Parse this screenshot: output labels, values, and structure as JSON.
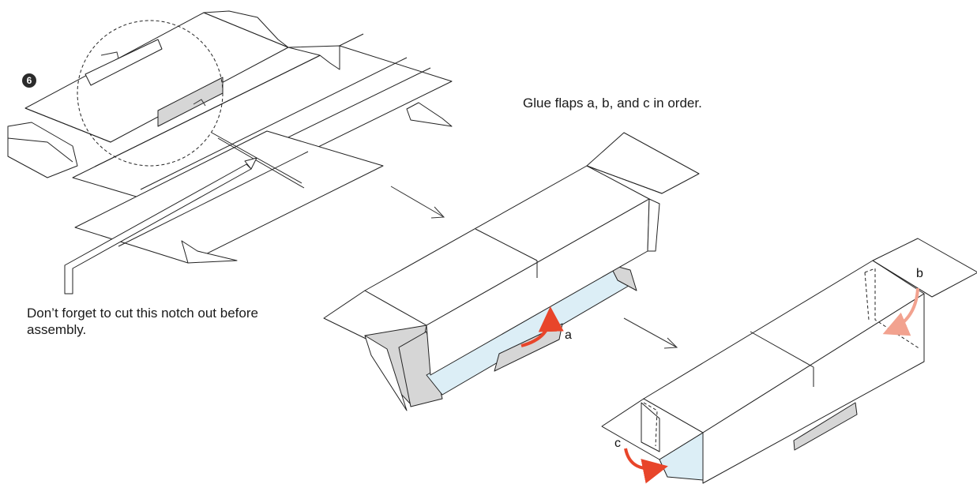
{
  "step_number": "6",
  "instruction": "Glue flaps a, b, and c in order.",
  "notch_note": "Don’t forget to cut this notch out before assembly.",
  "flap_labels": {
    "a": "a",
    "b": "b",
    "c": "c"
  },
  "colors": {
    "arrow_red": "#e8452a",
    "arrow_pink": "#f2a28f",
    "glue_blue": "#dceef6",
    "flap_gray": "#d6d6d6"
  }
}
